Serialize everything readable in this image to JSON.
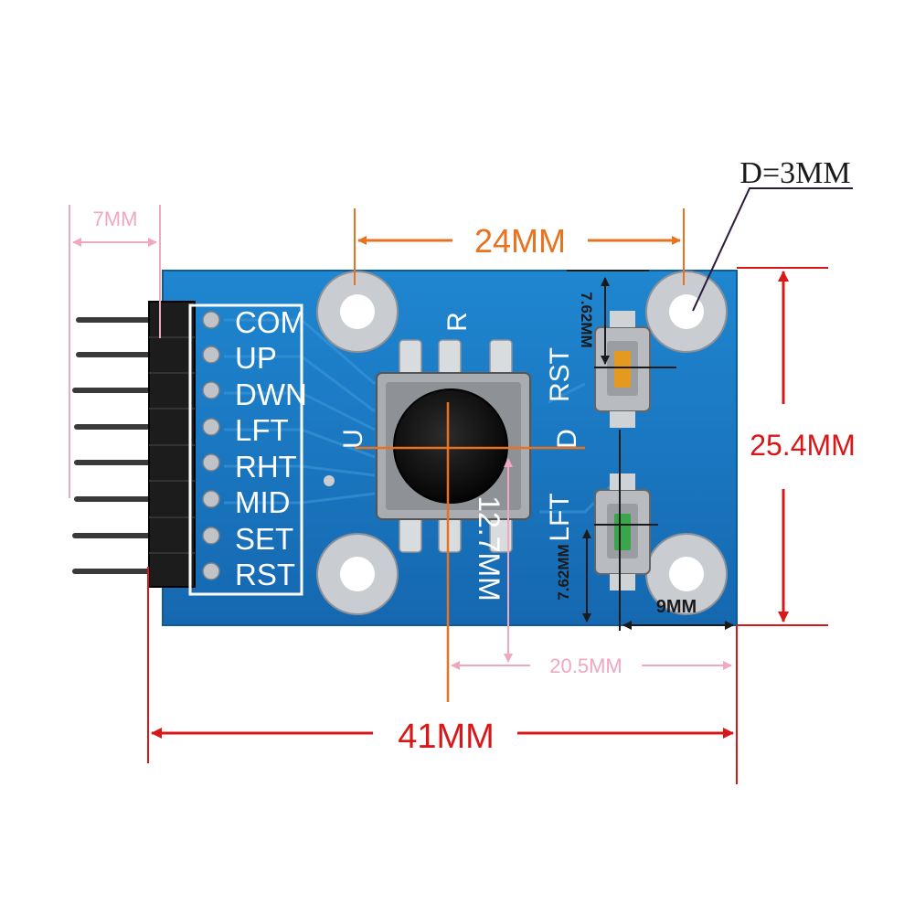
{
  "board": {
    "pin_labels": [
      "COM",
      "UP",
      "DWN",
      "LFT",
      "RHT",
      "MID",
      "SET",
      "RST"
    ],
    "joystick_marks": {
      "up": "R",
      "left": "U",
      "right": "D"
    },
    "button_labels": {
      "top": "RST",
      "bottom": "LFT"
    }
  },
  "dimensions": {
    "pin_length": "7MM",
    "hole_spacing": "24MM",
    "hole_diameter": "D=3MM",
    "board_height": "25.4MM",
    "board_width": "41MM",
    "joystick_offset_x": "20.5MM",
    "joystick_offset_y": "12.7MM",
    "button_pitch_top": "7.62MM",
    "button_pitch_bottom": "7.62MM",
    "button_edge_offset": "9MM"
  },
  "colors": {
    "pcb": "#1a78c2",
    "pin_dim": "#f0a8c0",
    "orange_dim": "#e8721e",
    "red_dim": "#d81818",
    "dark_dim": "#1a1a1a"
  }
}
